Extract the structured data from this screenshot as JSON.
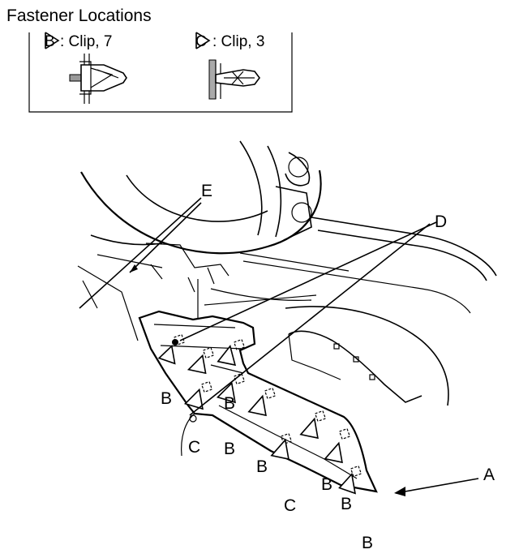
{
  "legend": {
    "title": "Fastener Locations",
    "items": [
      {
        "symbol": "B",
        "text": ": Clip, 7"
      },
      {
        "symbol": "C",
        "text": ": Clip, 3"
      }
    ]
  },
  "callouts": {
    "A": "A",
    "D": "D",
    "E": "E",
    "B": "B",
    "C": "C"
  }
}
